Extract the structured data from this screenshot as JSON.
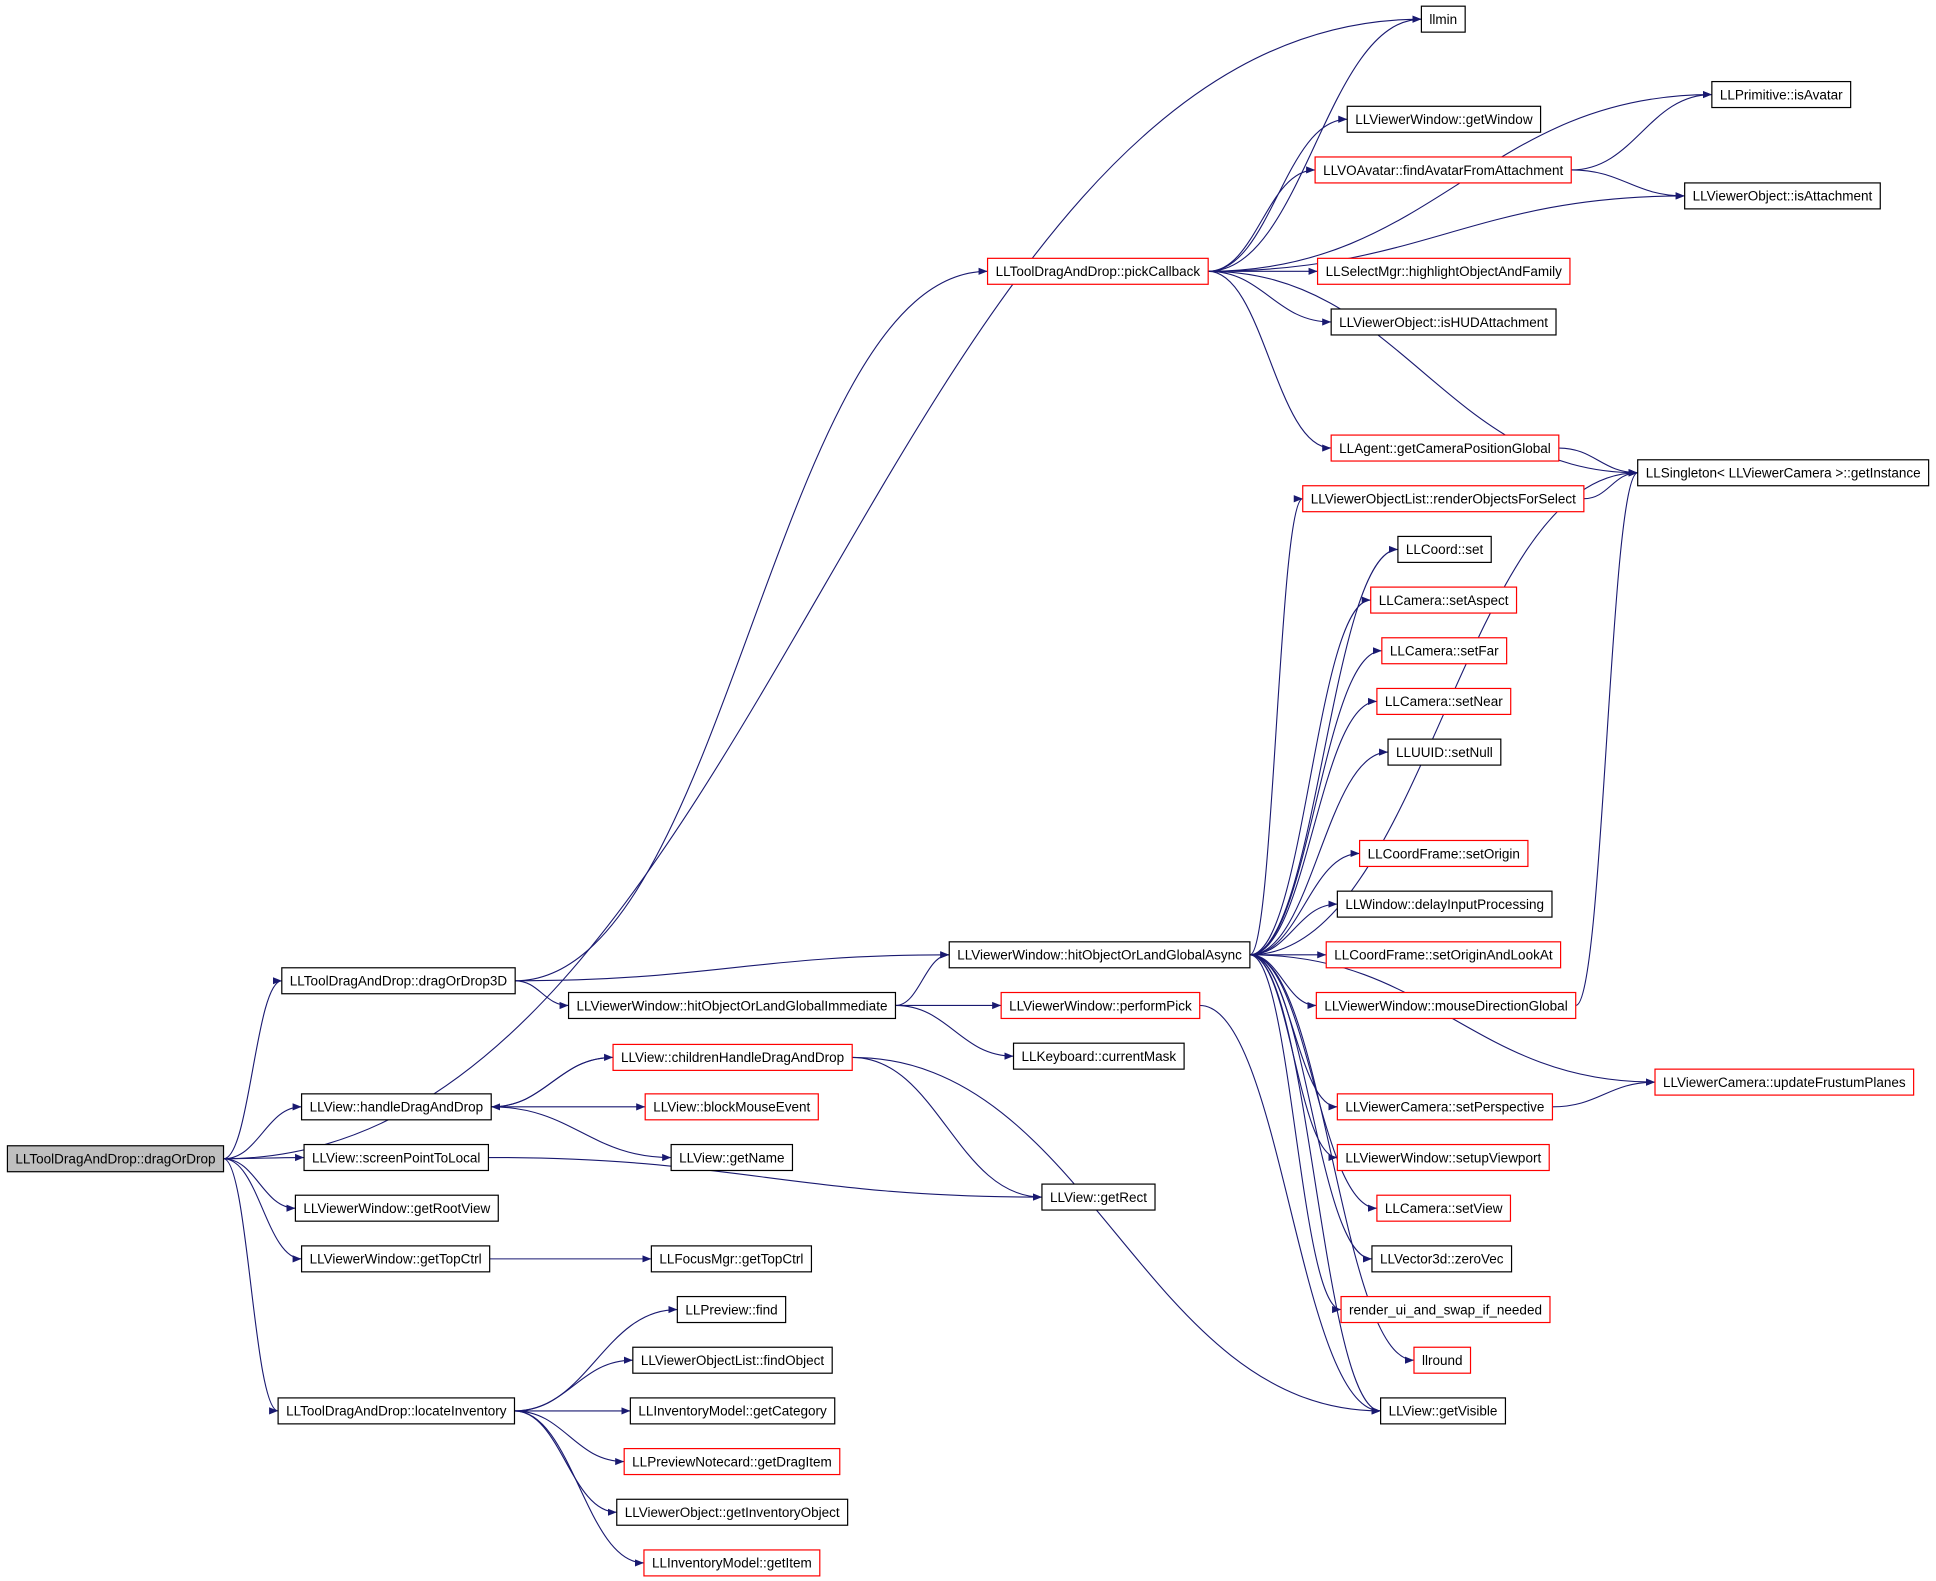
{
  "nodes": [
    {
      "id": "drag_or_drop",
      "label": "LLToolDragAndDrop::dragOrDrop",
      "border": "black",
      "fill": "gray"
    },
    {
      "id": "llmin",
      "label": "llmin",
      "border": "black"
    },
    {
      "id": "is_avatar",
      "label": "LLPrimitive::isAvatar",
      "border": "black"
    },
    {
      "id": "get_window",
      "label": "LLViewerWindow::getWindow",
      "border": "black"
    },
    {
      "id": "find_avatar",
      "label": "LLVOAvatar::findAvatarFromAttachment",
      "border": "red"
    },
    {
      "id": "is_attachment",
      "label": "LLViewerObject::isAttachment",
      "border": "black"
    },
    {
      "id": "pick_callback",
      "label": "LLToolDragAndDrop::pickCallback",
      "border": "red"
    },
    {
      "id": "highlight",
      "label": "LLSelectMgr::highlightObjectAndFamily",
      "border": "red"
    },
    {
      "id": "is_hud",
      "label": "LLViewerObject::isHUDAttachment",
      "border": "black"
    },
    {
      "id": "cam_pos",
      "label": "LLAgent::getCameraPositionGlobal",
      "border": "red"
    },
    {
      "id": "singleton",
      "label": "LLSingleton< LLViewerCamera >::getInstance",
      "border": "black"
    },
    {
      "id": "render_select",
      "label": "LLViewerObjectList::renderObjectsForSelect",
      "border": "red"
    },
    {
      "id": "coord_set",
      "label": "LLCoord::set",
      "border": "black"
    },
    {
      "id": "set_aspect",
      "label": "LLCamera::setAspect",
      "border": "red"
    },
    {
      "id": "set_far",
      "label": "LLCamera::setFar",
      "border": "red"
    },
    {
      "id": "set_near",
      "label": "LLCamera::setNear",
      "border": "red"
    },
    {
      "id": "set_null",
      "label": "LLUUID::setNull",
      "border": "black"
    },
    {
      "id": "set_origin",
      "label": "LLCoordFrame::setOrigin",
      "border": "red"
    },
    {
      "id": "delay_input",
      "label": "LLWindow::delayInputProcessing",
      "border": "black"
    },
    {
      "id": "hit_async",
      "label": "LLViewerWindow::hitObjectOrLandGlobalAsync",
      "border": "black"
    },
    {
      "id": "origin_look",
      "label": "LLCoordFrame::setOriginAndLookAt",
      "border": "red"
    },
    {
      "id": "drag3d",
      "label": "LLToolDragAndDrop::dragOrDrop3D",
      "border": "black"
    },
    {
      "id": "mouse_dir",
      "label": "LLViewerWindow::mouseDirectionGlobal",
      "border": "red"
    },
    {
      "id": "hit_immediate",
      "label": "LLViewerWindow::hitObjectOrLandGlobalImmediate",
      "border": "black"
    },
    {
      "id": "perform_pick",
      "label": "LLViewerWindow::performPick",
      "border": "red"
    },
    {
      "id": "current_mask",
      "label": "LLKeyboard::currentMask",
      "border": "black"
    },
    {
      "id": "children_hdd",
      "label": "LLView::childrenHandleDragAndDrop",
      "border": "red"
    },
    {
      "id": "frustum",
      "label": "LLViewerCamera::updateFrustumPlanes",
      "border": "red"
    },
    {
      "id": "handle_dd",
      "label": "LLView::handleDragAndDrop",
      "border": "black"
    },
    {
      "id": "block_mouse",
      "label": "LLView::blockMouseEvent",
      "border": "red"
    },
    {
      "id": "set_persp",
      "label": "LLViewerCamera::setPerspective",
      "border": "red"
    },
    {
      "id": "get_name",
      "label": "LLView::getName",
      "border": "black"
    },
    {
      "id": "screen_to_local",
      "label": "LLView::screenPointToLocal",
      "border": "black"
    },
    {
      "id": "setup_viewport",
      "label": "LLViewerWindow::setupViewport",
      "border": "red"
    },
    {
      "id": "get_rect",
      "label": "LLView::getRect",
      "border": "black"
    },
    {
      "id": "get_root_view",
      "label": "LLViewerWindow::getRootView",
      "border": "black"
    },
    {
      "id": "set_view",
      "label": "LLCamera::setView",
      "border": "red"
    },
    {
      "id": "vw_top_ctrl",
      "label": "LLViewerWindow::getTopCtrl",
      "border": "black"
    },
    {
      "id": "focus_top_ctrl",
      "label": "LLFocusMgr::getTopCtrl",
      "border": "black"
    },
    {
      "id": "zero_vec",
      "label": "LLVector3d::zeroVec",
      "border": "black"
    },
    {
      "id": "preview_find",
      "label": "LLPreview::find",
      "border": "black"
    },
    {
      "id": "render_ui",
      "label": "render_ui_and_swap_if_needed",
      "border": "red"
    },
    {
      "id": "find_object",
      "label": "LLViewerObjectList::findObject",
      "border": "black"
    },
    {
      "id": "llround",
      "label": "llround",
      "border": "red"
    },
    {
      "id": "locate_inv",
      "label": "LLToolDragAndDrop::locateInventory",
      "border": "black"
    },
    {
      "id": "get_category",
      "label": "LLInventoryModel::getCategory",
      "border": "black"
    },
    {
      "id": "get_visible",
      "label": "LLView::getVisible",
      "border": "black"
    },
    {
      "id": "get_drag_item",
      "label": "LLPreviewNotecard::getDragItem",
      "border": "red"
    },
    {
      "id": "get_inv_obj",
      "label": "LLViewerObject::getInventoryObject",
      "border": "black"
    },
    {
      "id": "get_item",
      "label": "LLInventoryModel::getItem",
      "border": "red"
    }
  ],
  "edges": [
    [
      "drag_or_drop",
      "llmin"
    ],
    [
      "drag_or_drop",
      "drag3d"
    ],
    [
      "drag_or_drop",
      "handle_dd"
    ],
    [
      "drag_or_drop",
      "screen_to_local"
    ],
    [
      "drag_or_drop",
      "get_root_view"
    ],
    [
      "drag_or_drop",
      "vw_top_ctrl"
    ],
    [
      "drag_or_drop",
      "locate_inv"
    ],
    [
      "drag3d",
      "pick_callback"
    ],
    [
      "drag3d",
      "hit_async"
    ],
    [
      "drag3d",
      "hit_immediate"
    ],
    [
      "pick_callback",
      "llmin"
    ],
    [
      "pick_callback",
      "is_avatar"
    ],
    [
      "pick_callback",
      "get_window"
    ],
    [
      "pick_callback",
      "find_avatar"
    ],
    [
      "pick_callback",
      "is_attachment"
    ],
    [
      "pick_callback",
      "highlight"
    ],
    [
      "pick_callback",
      "is_hud"
    ],
    [
      "pick_callback",
      "cam_pos"
    ],
    [
      "pick_callback",
      "singleton"
    ],
    [
      "find_avatar",
      "is_avatar"
    ],
    [
      "find_avatar",
      "is_attachment"
    ],
    [
      "cam_pos",
      "singleton"
    ],
    [
      "render_select",
      "singleton"
    ],
    [
      "mouse_dir",
      "singleton"
    ],
    [
      "hit_async",
      "render_select"
    ],
    [
      "hit_async",
      "coord_set"
    ],
    [
      "hit_async",
      "set_aspect"
    ],
    [
      "hit_async",
      "set_far"
    ],
    [
      "hit_async",
      "set_near"
    ],
    [
      "hit_async",
      "set_null"
    ],
    [
      "hit_async",
      "singleton"
    ],
    [
      "hit_async",
      "set_origin"
    ],
    [
      "hit_async",
      "delay_input"
    ],
    [
      "hit_async",
      "origin_look"
    ],
    [
      "hit_async",
      "mouse_dir"
    ],
    [
      "hit_async",
      "frustum"
    ],
    [
      "hit_async",
      "set_persp"
    ],
    [
      "hit_async",
      "setup_viewport"
    ],
    [
      "hit_async",
      "set_view"
    ],
    [
      "hit_async",
      "zero_vec"
    ],
    [
      "hit_async",
      "render_ui"
    ],
    [
      "hit_async",
      "llround"
    ],
    [
      "hit_async",
      "get_visible"
    ],
    [
      "hit_immediate",
      "hit_async"
    ],
    [
      "hit_immediate",
      "perform_pick"
    ],
    [
      "hit_immediate",
      "current_mask"
    ],
    [
      "perform_pick",
      "get_visible"
    ],
    [
      "set_persp",
      "frustum"
    ],
    [
      "handle_dd",
      "children_hdd"
    ],
    [
      "handle_dd",
      "block_mouse"
    ],
    [
      "handle_dd",
      "get_name"
    ],
    [
      "children_hdd",
      "handle_dd"
    ],
    [
      "children_hdd",
      "get_rect"
    ],
    [
      "children_hdd",
      "get_visible"
    ],
    [
      "screen_to_local",
      "get_rect"
    ],
    [
      "vw_top_ctrl",
      "focus_top_ctrl"
    ],
    [
      "locate_inv",
      "preview_find"
    ],
    [
      "locate_inv",
      "find_object"
    ],
    [
      "locate_inv",
      "get_category"
    ],
    [
      "locate_inv",
      "get_drag_item"
    ],
    [
      "locate_inv",
      "get_inv_obj"
    ],
    [
      "locate_inv",
      "get_item"
    ]
  ],
  "colors": {
    "edge": "#191970",
    "border_black": "#000000",
    "border_red": "#ff0000",
    "fill_gray": "#bfbfbf",
    "fill_white": "#ffffff"
  }
}
